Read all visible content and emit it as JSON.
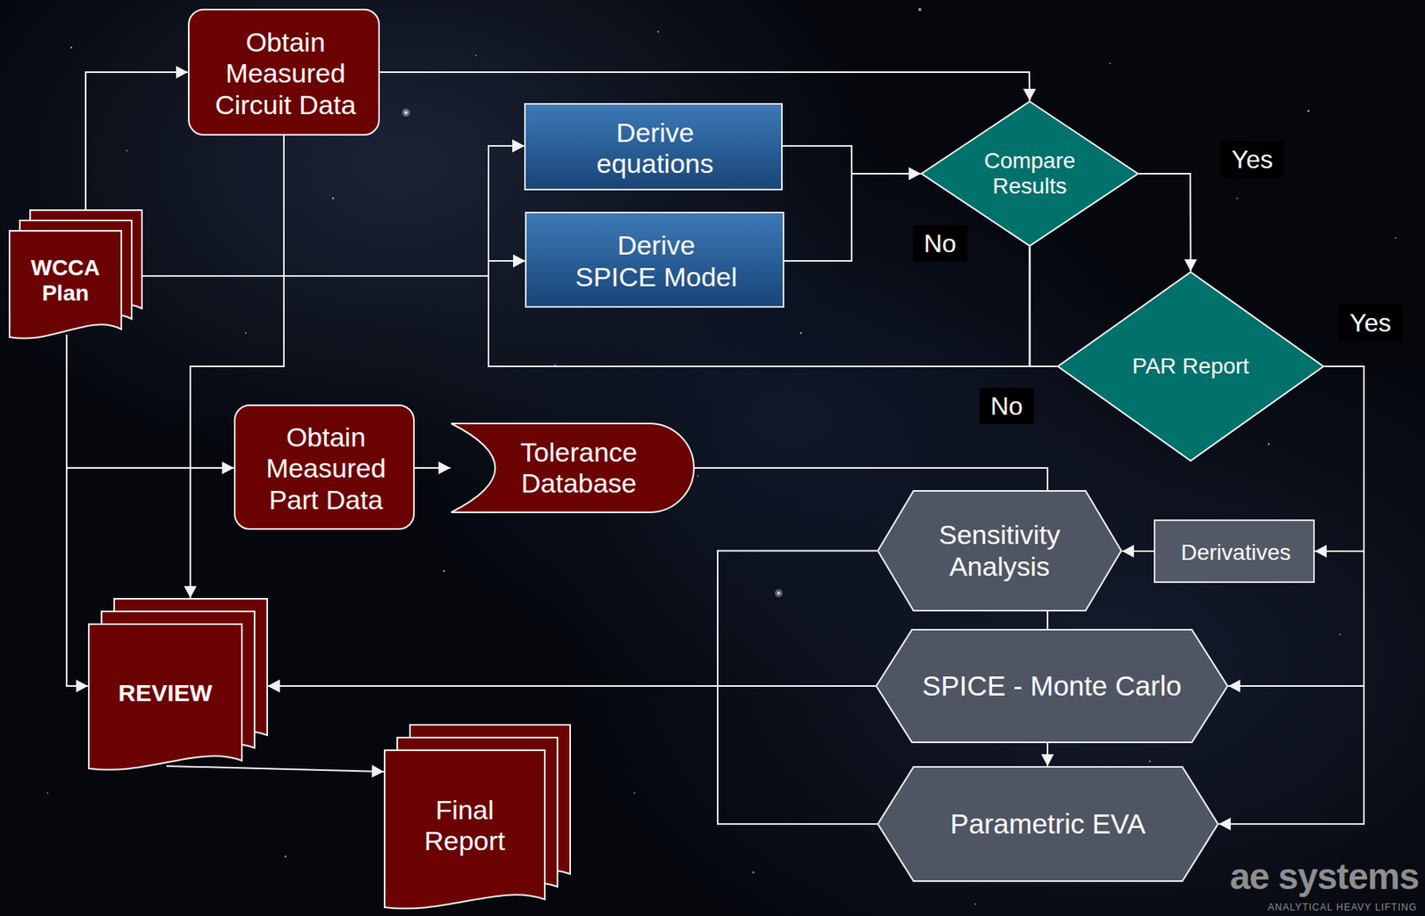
{
  "diagram": {
    "nodes": [
      {
        "text": [
          "Obtain Measured Circuit Data"
        ]
      },
      {
        "text": [
          "Derive equations"
        ]
      },
      {
        "text": [
          "Compare Results"
        ]
      },
      {
        "text": [
          "WCCA Plan"
        ]
      },
      {
        "text": [
          "Derive SPICE Model"
        ]
      },
      {
        "text": [
          "PAR Report"
        ]
      },
      {
        "text": [
          "Obtain Measured Part Data"
        ]
      },
      {
        "text": [
          "Tolerance Database"
        ]
      },
      {
        "text": [
          "Sensitivity Analysis"
        ]
      },
      {
        "text": [
          "Derivatives"
        ]
      },
      {
        "text": [
          "REVIEW"
        ]
      },
      {
        "text": [
          "SPICE - Monte Carlo"
        ]
      },
      {
        "text": [
          "Final Report"
        ]
      },
      {
        "text": [
          "Parametric EVA"
        ]
      }
    ],
    "edges": [
      {
        "from": 3,
        "to": 0,
        "arrow": "to"
      },
      {
        "from": 0,
        "to": 2,
        "arrow": "to"
      },
      {
        "from": 3,
        "to": 1,
        "arrow": "to"
      },
      {
        "from": 3,
        "to": 4,
        "arrow": "to"
      },
      {
        "from": 1,
        "to": 2,
        "arrow": "to"
      },
      {
        "from": 4,
        "to": 2,
        "arrow": "to"
      },
      {
        "from": 2,
        "to": 5,
        "label": "Yes",
        "arrow": "to"
      },
      {
        "from": 2,
        "to": 1,
        "label": "No",
        "arrow": "to"
      },
      {
        "from": 2,
        "to": 4,
        "arrow": "to"
      },
      {
        "from": 5,
        "to": 1,
        "label": "No",
        "arrow": "to"
      },
      {
        "from": 5,
        "to": 4,
        "arrow": "to"
      },
      {
        "from": 5,
        "to": 9,
        "label": "Yes",
        "arrow": "to"
      },
      {
        "from": 5,
        "to": 11,
        "arrow": "to"
      },
      {
        "from": 5,
        "to": 13,
        "arrow": "to"
      },
      {
        "from": 9,
        "to": 8,
        "arrow": "to"
      },
      {
        "from": 7,
        "to": 8,
        "arrow": "none"
      },
      {
        "from": 8,
        "to": 11,
        "arrow": "none"
      },
      {
        "from": 11,
        "to": 13,
        "arrow": "to"
      },
      {
        "from": 0,
        "to": 10,
        "arrow": "to"
      },
      {
        "from": 3,
        "to": 6,
        "arrow": "to"
      },
      {
        "from": 3,
        "to": 10,
        "arrow": "to"
      },
      {
        "from": 6,
        "to": 7,
        "arrow": "to"
      },
      {
        "from": 8,
        "to": 10,
        "arrow": "to"
      },
      {
        "from": 11,
        "to": 10,
        "arrow": "to"
      },
      {
        "from": 13,
        "to": 10,
        "arrow": "to"
      },
      {
        "from": 10,
        "to": 12,
        "arrow": "to"
      }
    ],
    "labels": [
      "ae systems",
      "ANALYTICAL HEAVY LIFTING"
    ]
  }
}
